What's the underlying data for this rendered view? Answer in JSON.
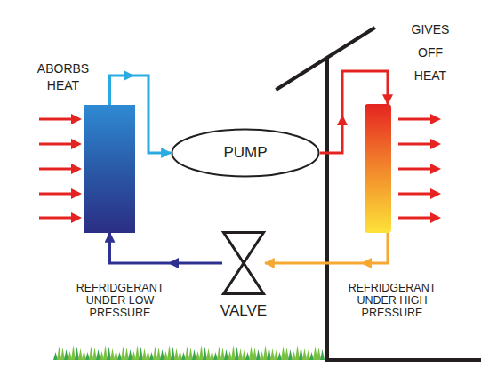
{
  "diagram": {
    "nodes": [
      {
        "text": [
          "ABORBS HEAT"
        ]
      },
      {
        "text": [
          "PUMP"
        ]
      },
      {
        "text": [
          "GIVES OFF HEAT"
        ]
      },
      {
        "text": [
          "VALVE"
        ]
      }
    ],
    "edges": [
      {
        "from": 0,
        "to": 1,
        "arrow": "to"
      },
      {
        "from": 1,
        "to": 2,
        "arrow": "to"
      },
      {
        "from": 2,
        "to": 3,
        "arrow": "to"
      },
      {
        "from": 3,
        "to": 0,
        "arrow": "to"
      }
    ],
    "labels": [
      "REFRIDGERANT UNDER LOW PRESSURE",
      "REFRIDGERANT UNDER HIGH PRESSURE"
    ]
  }
}
